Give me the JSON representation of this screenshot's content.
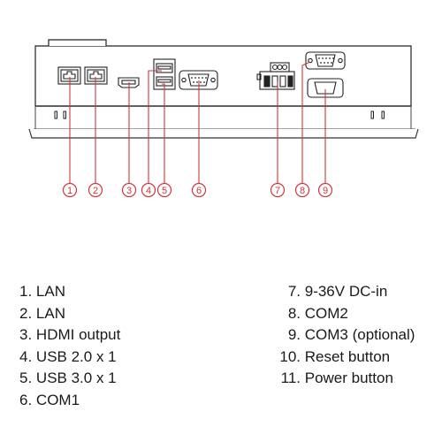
{
  "diagram": {
    "callouts": [
      {
        "id": 1,
        "label": "1"
      },
      {
        "id": 2,
        "label": "2"
      },
      {
        "id": 3,
        "label": "3"
      },
      {
        "id": 4,
        "label": "4"
      },
      {
        "id": 5,
        "label": "5"
      },
      {
        "id": 6,
        "label": "6"
      },
      {
        "id": 7,
        "label": "7"
      },
      {
        "id": 8,
        "label": "8"
      },
      {
        "id": 9,
        "label": "9"
      }
    ],
    "colors": {
      "callout": "#d3353b",
      "outline": "#222222"
    }
  },
  "legend": {
    "left": [
      {
        "num": "1.",
        "text": "LAN"
      },
      {
        "num": "2.",
        "text": "LAN"
      },
      {
        "num": "3.",
        "text": "HDMI output"
      },
      {
        "num": "4.",
        "text": "USB 2.0 x 1"
      },
      {
        "num": "5.",
        "text": "USB 3.0 x 1"
      },
      {
        "num": "6.",
        "text": "COM1"
      }
    ],
    "right": [
      {
        "num": "7.",
        "text": "9-36V DC-in"
      },
      {
        "num": "8.",
        "text": "COM2"
      },
      {
        "num": "9.",
        "text": "COM3 (optional)"
      },
      {
        "num": "10.",
        "text": "Reset button"
      },
      {
        "num": "11.",
        "text": "Power button"
      }
    ]
  }
}
